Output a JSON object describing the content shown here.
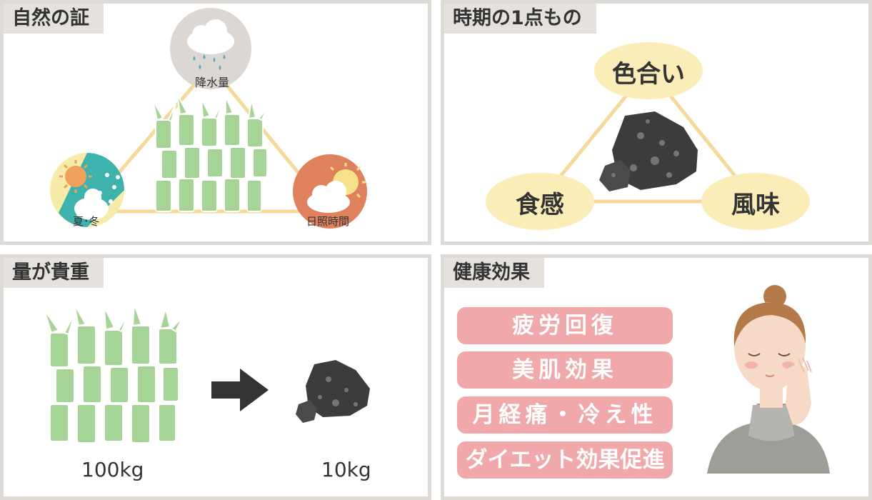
{
  "panels": {
    "nature": {
      "title": "自然の証",
      "rain_label": "降水量",
      "season_label": "夏･冬",
      "sun_label": "日照時間"
    },
    "once": {
      "title": "時期の1点もの",
      "color_label": "色合い",
      "texture_label": "食感",
      "flavor_label": "風味"
    },
    "amount": {
      "title": "量が貴重",
      "from_qty": "100kg",
      "to_qty": "10kg"
    },
    "health": {
      "title": "健康効果",
      "benefits": [
        "疲労回復",
        "美肌効果",
        "月経痛・冷え性",
        "ダイエット効果促進"
      ]
    }
  },
  "colors": {
    "triangle_line": "#f5d89a",
    "pill_bg": "#f0a8ab",
    "cane_green": "#9fcf8e",
    "oval": "#fbedb8"
  }
}
